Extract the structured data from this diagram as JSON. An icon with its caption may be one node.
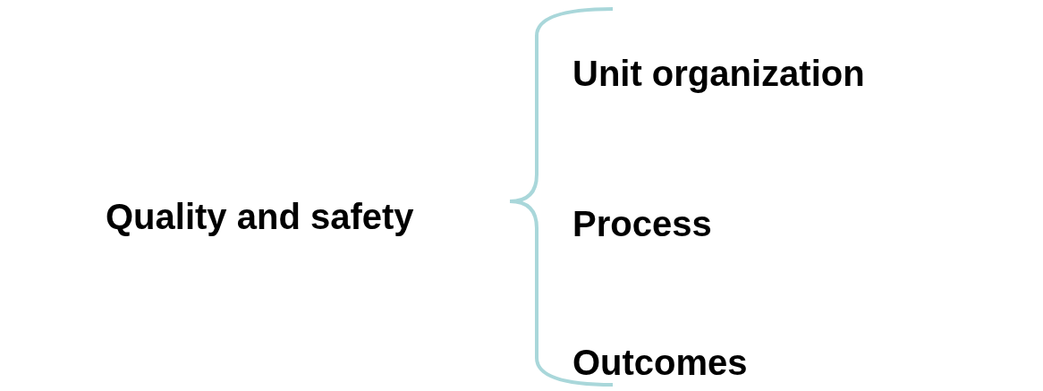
{
  "diagram": {
    "labels": [
      "Quality and safety",
      "Unit organization",
      "Process",
      "Outcomes"
    ]
  }
}
